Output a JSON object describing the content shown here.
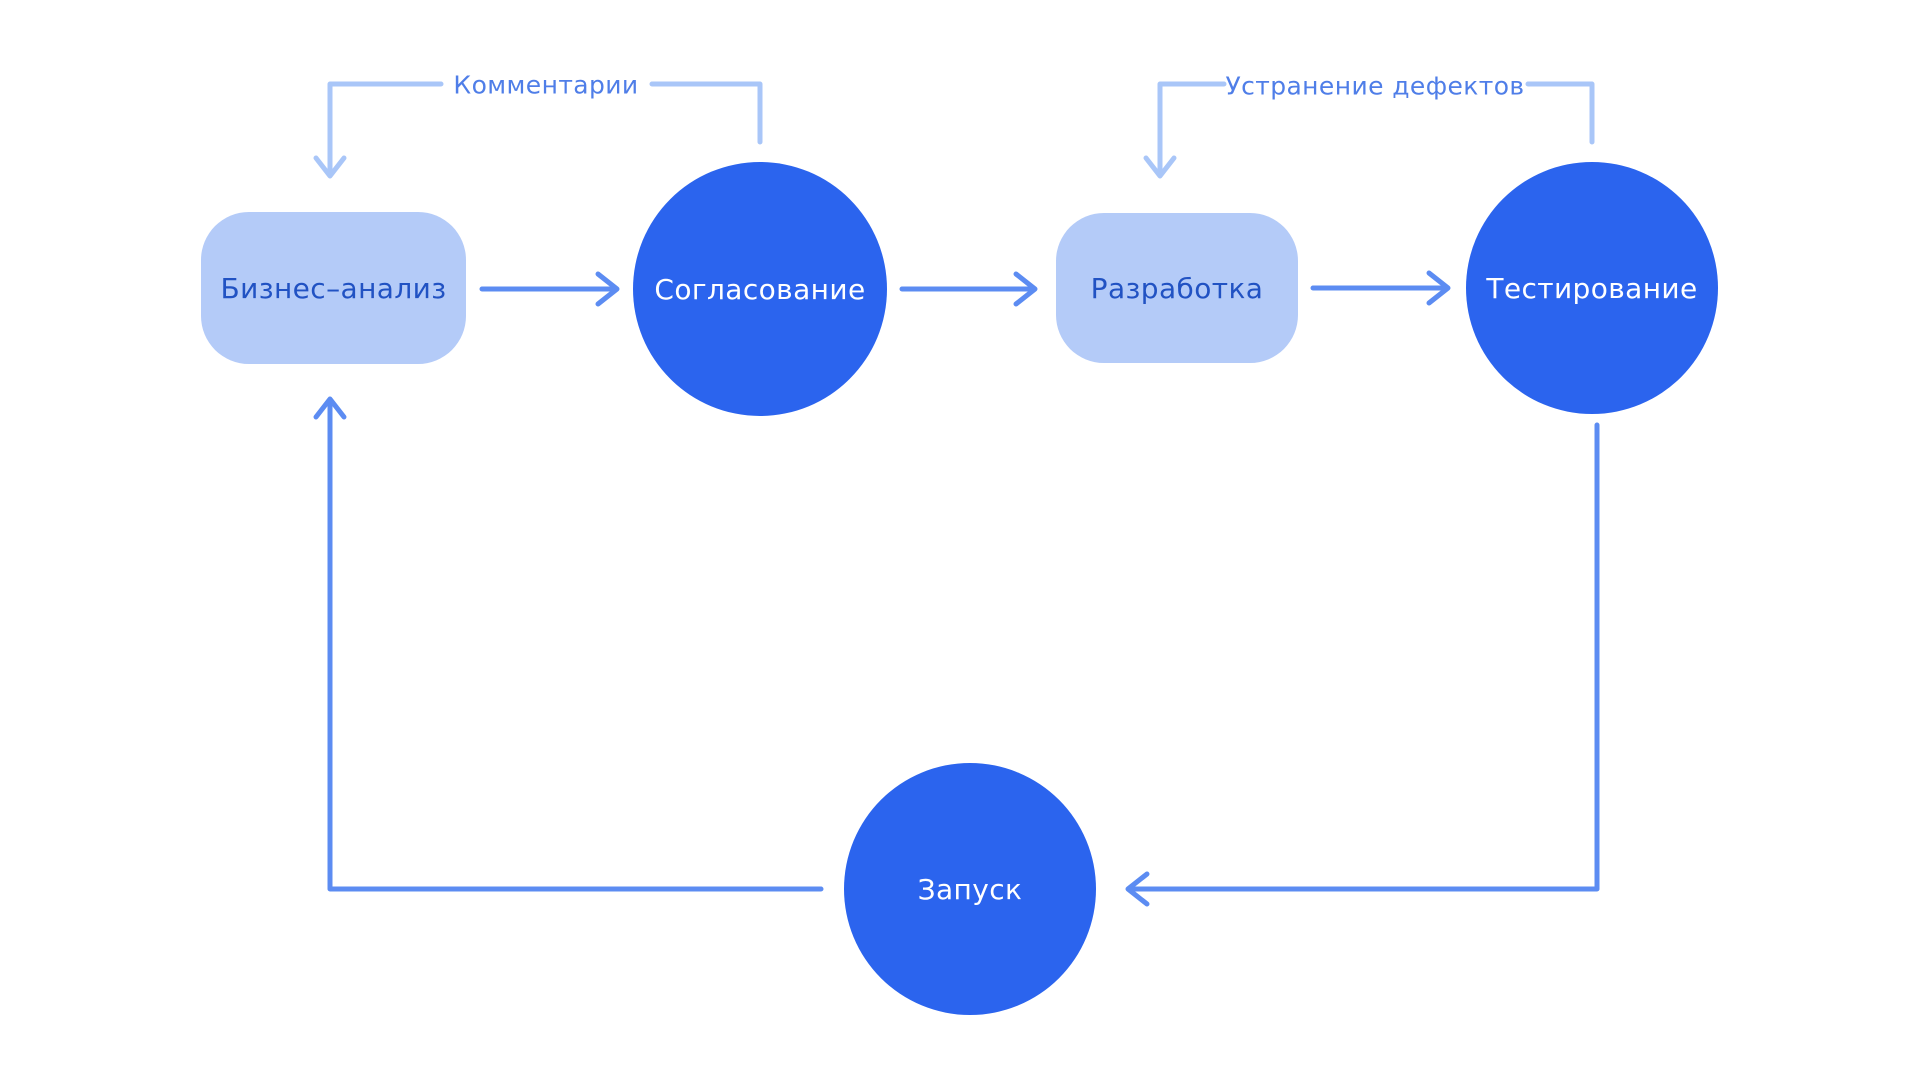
{
  "diagram": {
    "background_color": "#ffffff",
    "palette": {
      "node_dark_fill": "#2b64ee",
      "node_light_fill": "#b4cbf8",
      "node_dark_text": "#ffffff",
      "node_light_text": "#2152c3",
      "flow_line": "#5c8cf2",
      "feedback_line": "#a9c6f8",
      "edge_label_text": "#4f7ee8"
    },
    "nodes": [
      {
        "id": "business-analysis",
        "label": "Бизнес–анализ",
        "shape": "rounded-rect",
        "variant": "light"
      },
      {
        "id": "approval",
        "label": "Согласование",
        "shape": "circle",
        "variant": "dark"
      },
      {
        "id": "development",
        "label": "Разработка",
        "shape": "rounded-rect",
        "variant": "light"
      },
      {
        "id": "testing",
        "label": "Тестирование",
        "shape": "circle",
        "variant": "dark"
      },
      {
        "id": "launch",
        "label": "Запуск",
        "shape": "circle",
        "variant": "dark"
      }
    ],
    "edges": [
      {
        "from": "business-analysis",
        "to": "approval",
        "label": "",
        "type": "flow"
      },
      {
        "from": "approval",
        "to": "development",
        "label": "",
        "type": "flow"
      },
      {
        "from": "development",
        "to": "testing",
        "label": "",
        "type": "flow"
      },
      {
        "from": "testing",
        "to": "launch",
        "label": "",
        "type": "flow"
      },
      {
        "from": "launch",
        "to": "business-analysis",
        "label": "",
        "type": "flow"
      },
      {
        "from": "approval",
        "to": "business-analysis",
        "label": "Комментарии",
        "type": "feedback"
      },
      {
        "from": "testing",
        "to": "development",
        "label": "Устранение дефектов",
        "type": "feedback"
      }
    ]
  }
}
